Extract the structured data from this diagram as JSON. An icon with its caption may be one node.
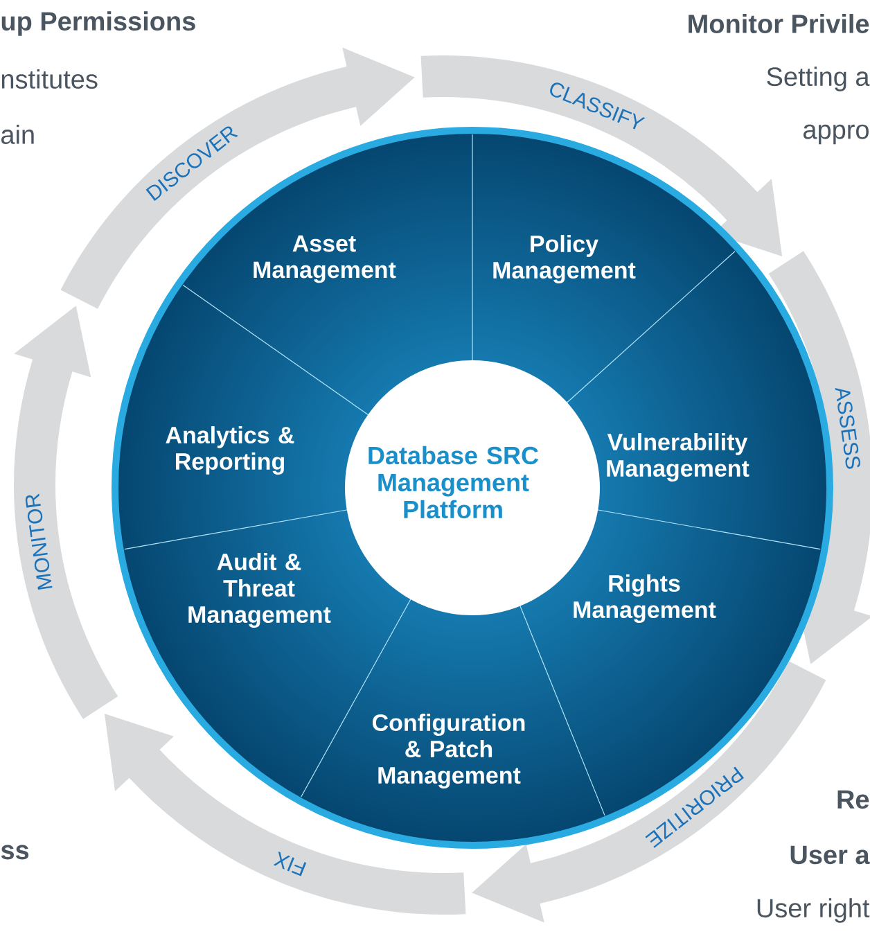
{
  "diagram": {
    "nodes": [
      {
        "text": [
          "Asset Management"
        ]
      },
      {
        "text": [
          "Policy Management"
        ]
      },
      {
        "text": [
          "Vulnerability Management"
        ]
      },
      {
        "text": [
          "Rights Management"
        ]
      },
      {
        "text": [
          "Configuration & Patch Management"
        ]
      },
      {
        "text": [
          "Audit & Threat Management"
        ]
      },
      {
        "text": [
          "Analytics & Reporting"
        ]
      },
      {
        "text": [
          "Database SRC Management Platform"
        ]
      }
    ],
    "labels": [
      "up Permissions",
      "nstitutes",
      "ain",
      "Monitor Privile",
      "Setting a",
      "appro",
      "DISCOVER",
      "CLASSIFY",
      "ASSESS",
      "PRIORITIZE",
      "FIX",
      "MONITOR",
      "Re",
      "User a",
      "ss",
      "User right"
    ]
  }
}
